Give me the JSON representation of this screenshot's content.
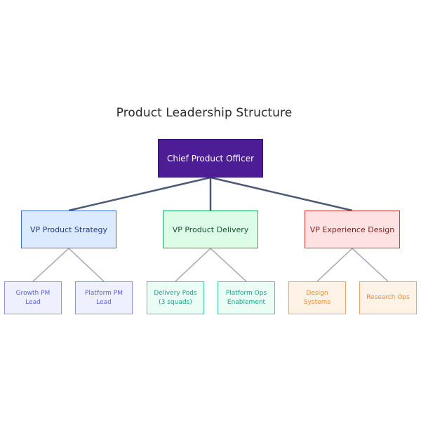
{
  "title": "Product Leadership Structure",
  "root": {
    "label": "Chief Product Officer",
    "color": "#4c1d95"
  },
  "vps": [
    {
      "label": "VP Product Strategy",
      "color": "#3b6fe0",
      "reports": [
        "Growth PM Lead",
        "Platform PM Lead"
      ]
    },
    {
      "label": "VP Product Delivery",
      "color": "#22a75a",
      "reports": [
        "Delivery Pods (3 squads)",
        "Platform Ops Enablement"
      ]
    },
    {
      "label": "VP Experience Design",
      "color": "#dc3b3b",
      "reports": [
        "Design Systems",
        "Research Ops"
      ]
    }
  ],
  "colors": {
    "primary_connector": "#4b5a72",
    "secondary_connector": "#a3a8b3"
  }
}
